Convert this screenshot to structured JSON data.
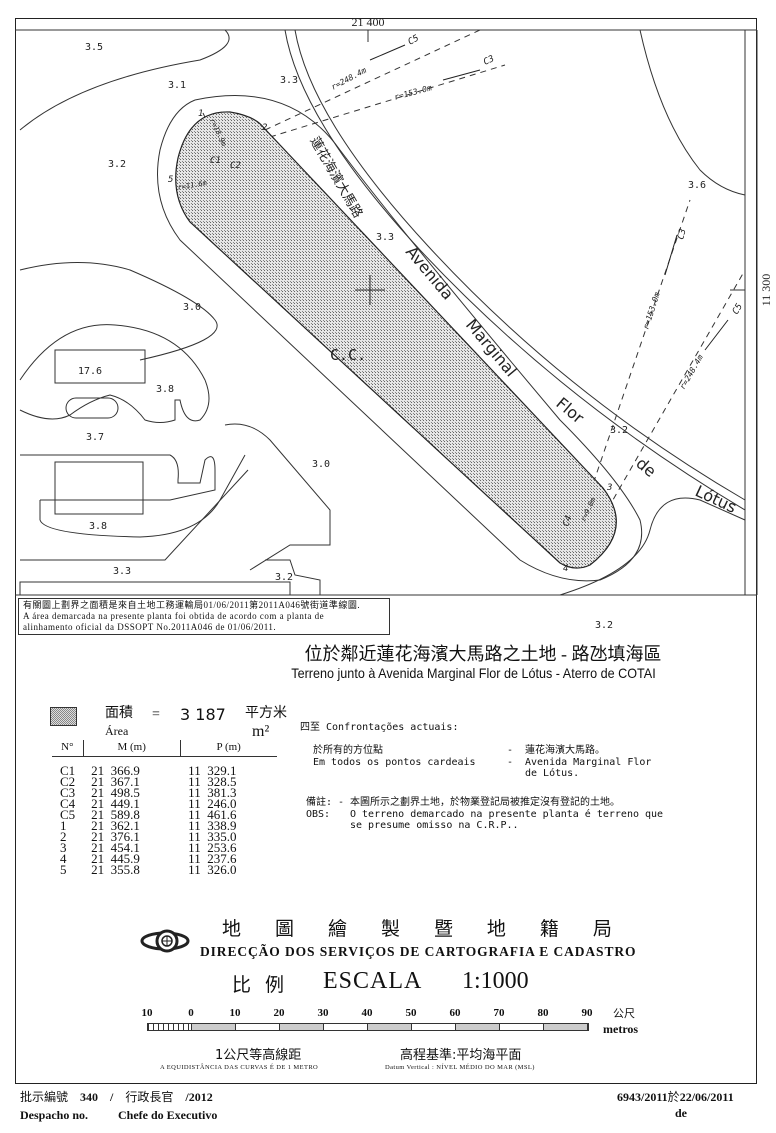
{
  "map": {
    "grid_x": "21 400",
    "grid_y": "11 300",
    "parcel_label": "C.C.",
    "street_zh": "蓮花海濱大馬路",
    "street_pt": [
      "Avenida",
      "Marginal",
      "Flor",
      "de",
      "Lótus"
    ],
    "elevations": [
      "3.5",
      "3.1",
      "3.3",
      "3.2",
      "3.6",
      "3.3",
      "3.0",
      "17.6",
      "3.8",
      "3.7",
      "3.0",
      "3.8",
      "3.3",
      "3.2",
      "3.2",
      "3.2"
    ],
    "points": [
      "1",
      "2",
      "3",
      "4",
      "5"
    ],
    "curve_labels": [
      "C5",
      "C3",
      "C3",
      "C5",
      "C1",
      "C2",
      "C4"
    ],
    "radii": [
      "r=248.4m",
      "r=153.0m",
      "r=153.0m",
      "r=248.4m",
      "r=11.6m",
      "r=18.9m",
      "r=9.0m"
    ]
  },
  "note": {
    "zh": "有關圖上劃界之面積是來自土地工務運輸局01/06/2011第2011A046號街道準線圖.",
    "pt1": "A área demarcada na presente planta foi obtida de acordo com a planta de",
    "pt2": "alinhamento oficial da DSSOPT  No.2011A046 de 01/06/2011."
  },
  "title": {
    "zh": "位於鄰近蓮花海濱大馬路之土地 - 路氹填海區",
    "pt": "Terreno junto à Avenida Marginal Flor de Lótus - Aterro de COTAI"
  },
  "area": {
    "label_zh": "面積",
    "label_pt": "Área",
    "equals": "=",
    "value": "3 187",
    "unit_zh": "平方米",
    "unit": "m²"
  },
  "coordinates": {
    "headers": [
      "N°",
      "M (m)",
      "P (m)"
    ],
    "rows": [
      [
        "C1",
        "21  366.9",
        "11  329.1"
      ],
      [
        "C2",
        "21  367.1",
        "11  328.5"
      ],
      [
        "C3",
        "21  498.5",
        "11  381.3"
      ],
      [
        "C4",
        "21  449.1",
        "11  246.0"
      ],
      [
        "C5",
        "21  589.8",
        "11  461.6"
      ],
      [
        "1",
        "21  362.1",
        "11  338.9"
      ],
      [
        "2",
        "21  376.1",
        "11  335.0"
      ],
      [
        "3",
        "21  454.1",
        "11  253.6"
      ],
      [
        "4",
        "21  445.9",
        "11  237.6"
      ],
      [
        "5",
        "21  355.8",
        "11  326.0"
      ]
    ]
  },
  "confrontations": {
    "heading": "四至  Confrontações actuais:",
    "left_zh": "於所有的方位點",
    "left_pt": "Em todos os pontos cardeais",
    "dash": "-",
    "right_zh": "蓮花海濱大馬路。",
    "right_pt1": "Avenida Marginal Flor",
    "right_pt2": "de Lótus.",
    "obs_label_zh": "備註: -",
    "obs_zh": "本圖所示之劃界土地，於物業登記局被推定沒有登記的土地。",
    "obs_label_pt": "OBS:",
    "obs_pt1": "O terreno demarcado na presente planta é terreno que",
    "obs_pt2": "se presume omisso na C.R.P.."
  },
  "agency": {
    "name_zh": [
      "地",
      "圖",
      "繪",
      "製",
      "暨",
      "地",
      "籍",
      "局"
    ],
    "name_pt": "DIRECÇÃO DOS SERVIÇOS DE CARTOGRAFIA E CADASTRO",
    "scale_zh": "比  例",
    "scale_label": "ESCALA",
    "scale_value": "1:1000"
  },
  "scale_bar": {
    "ticks": [
      "10",
      "0",
      "10",
      "20",
      "30",
      "40",
      "50",
      "60",
      "70",
      "80",
      "90"
    ],
    "unit_zh": "公尺",
    "unit_pt": "metros",
    "contour_zh": "1公尺等高線距",
    "contour_pt": "A EQUIDISTÂNCIA DAS CURVAS É DE 1 METRO",
    "datum_zh": "高程基準:平均海平面",
    "datum_pt": "Datum Vertical : NÍVEL MÉDIO DO MAR (MSL)"
  },
  "footer": {
    "despacho_zh": "批示編號",
    "despacho_no": "340",
    "slash": "/",
    "chefe_zh": "行政長官",
    "year": "/2012",
    "despacho_pt": "Despacho no.",
    "chefe_pt": "Chefe do Executivo",
    "ref": "6943/2011",
    "date_zh": "於",
    "date": "22/06/2011",
    "date_pt": "de"
  }
}
